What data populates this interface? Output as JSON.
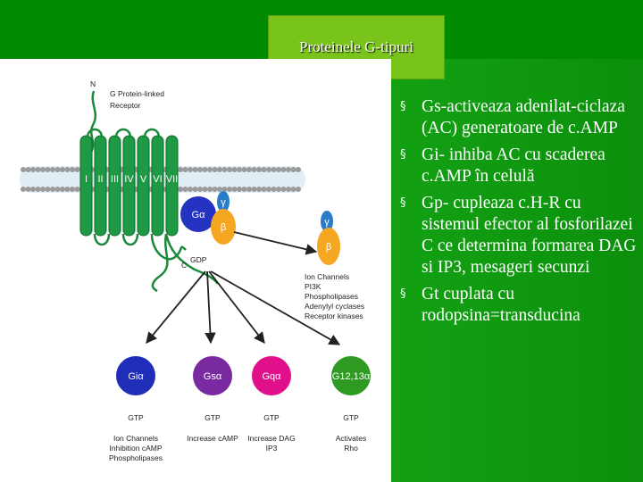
{
  "title": "Proteinele G-tipuri",
  "bullet_marker": "§",
  "bullets": [
    "Gs-activeaza adenilat-ciclaza (AC) generatoare de c.AMP",
    "Gi- inhiba AC cu scaderea c.AMP în celulă",
    "Gp- cupleaza c.H-R cu sistemul efector al fosforilazei C ce determina formarea DAG si IP3, mesageri secunzi",
    "Gt cuplata cu rodopsina=transducina"
  ],
  "diagram": {
    "n_terminal": "N",
    "c_terminal": "C",
    "receptor_label_1": "G Protein-linked",
    "receptor_label_2": "Receptor",
    "helices": [
      "I",
      "II",
      "III",
      "IV",
      "V",
      "VI",
      "VII"
    ],
    "g_alpha": "Gα",
    "g_beta": "β",
    "g_gamma": "γ",
    "gdp": "GDP",
    "beta_targets": [
      "Ion Channels",
      "PI3K",
      "Phospholipases",
      "Adenylyl cyclases",
      "Receptor kinases"
    ],
    "subunits": [
      {
        "name": "Giα",
        "color": "#1f2db8",
        "gtp": "GTP",
        "effects": [
          "Ion Channels",
          "Inhibition cAMP",
          "Phospholipases"
        ]
      },
      {
        "name": "Gsα",
        "color": "#7a2aa0",
        "gtp": "GTP",
        "effects": [
          "Increase cAMP"
        ]
      },
      {
        "name": "Gqα",
        "color": "#e0108a",
        "gtp": "GTP",
        "effects": [
          "Increase DAG",
          "IP3"
        ]
      },
      {
        "name": "G12,13α",
        "color": "#2f9a22",
        "gtp": "GTP",
        "effects": [
          "Activates",
          "Rho"
        ]
      }
    ]
  }
}
